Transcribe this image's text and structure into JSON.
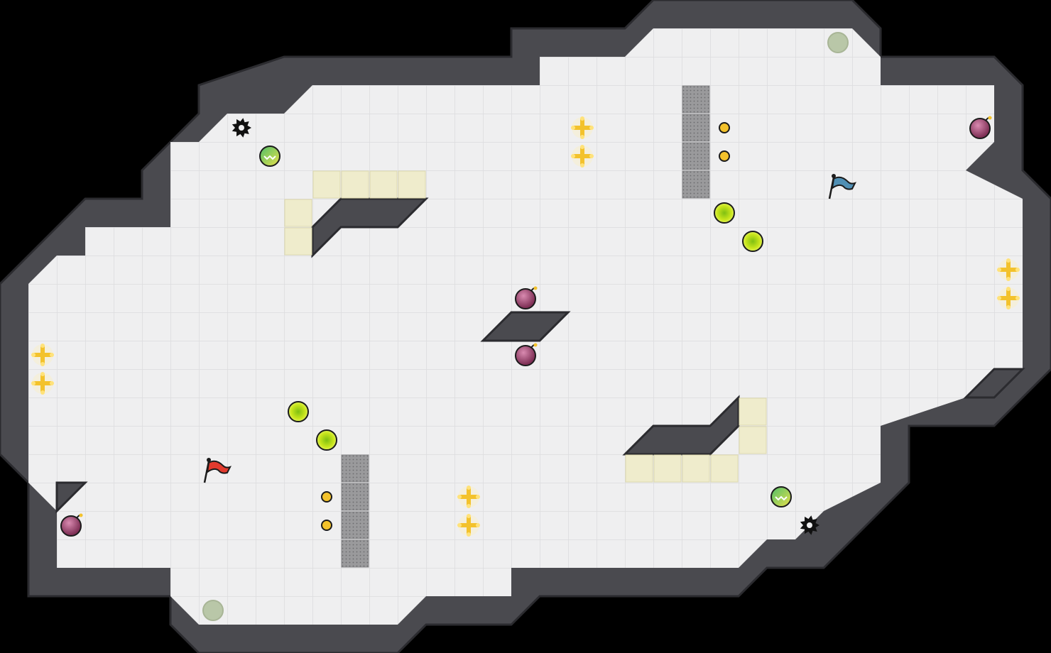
{
  "game": {
    "type": "capture-the-flag arena (top-down grid)",
    "grid": {
      "cols": 37,
      "rows": 23
    },
    "colors": {
      "background": "#000000",
      "floor": "#efeff0",
      "floor_grid": "#dcdcde",
      "wall": "#4a4a4f",
      "wall_edge": "#2b2b2f",
      "tile_yellow": "#efeccc",
      "gate_grey": "#9a9a9c",
      "red_flag": "#e23b2e",
      "blue_flag": "#4f8fb4",
      "bomb": "#9c3f6b",
      "boost": "#f3c22c",
      "powerup": "#c9e61c",
      "jukejuice": "#66c66a",
      "portal": "#b9c7a8",
      "spike": "#111111"
    },
    "flags": [
      {
        "team": "red",
        "col": 7,
        "row": 16
      },
      {
        "team": "blue",
        "col": 29,
        "row": 6
      }
    ],
    "bombs": [
      {
        "col": 34,
        "row": 4
      },
      {
        "col": 18,
        "row": 10
      },
      {
        "col": 18,
        "row": 12
      },
      {
        "col": 2,
        "row": 18
      }
    ],
    "boosts": [
      {
        "col": 20,
        "row": 4
      },
      {
        "col": 20,
        "row": 5
      },
      {
        "col": 35,
        "row": 9
      },
      {
        "col": 35,
        "row": 10
      },
      {
        "col": 1,
        "row": 12
      },
      {
        "col": 1,
        "row": 13
      },
      {
        "col": 16,
        "row": 17
      },
      {
        "col": 16,
        "row": 18
      }
    ],
    "powerups": [
      {
        "col": 25,
        "row": 7
      },
      {
        "col": 26,
        "row": 8
      },
      {
        "col": 10,
        "row": 14
      },
      {
        "col": 11,
        "row": 15
      }
    ],
    "jukejuice": [
      {
        "col": 9,
        "row": 5
      },
      {
        "col": 27,
        "row": 17
      }
    ],
    "pellets": [
      {
        "col": 25,
        "row": 4
      },
      {
        "col": 25,
        "row": 5
      },
      {
        "col": 11,
        "row": 17
      },
      {
        "col": 11,
        "row": 18
      }
    ],
    "portals": [
      {
        "col": 29,
        "row": 1
      },
      {
        "col": 7,
        "row": 21
      }
    ],
    "spikes": [
      {
        "col": 8,
        "row": 4
      },
      {
        "col": 28,
        "row": 18
      }
    ],
    "gates": [
      {
        "col": 24,
        "row": 3
      },
      {
        "col": 24,
        "row": 4
      },
      {
        "col": 24,
        "row": 5
      },
      {
        "col": 24,
        "row": 6
      },
      {
        "col": 12,
        "row": 16
      },
      {
        "col": 12,
        "row": 17
      },
      {
        "col": 12,
        "row": 18
      },
      {
        "col": 12,
        "row": 19
      }
    ],
    "yellow_tiles": [
      {
        "col": 11,
        "row": 6
      },
      {
        "col": 12,
        "row": 6
      },
      {
        "col": 13,
        "row": 6
      },
      {
        "col": 14,
        "row": 6
      },
      {
        "col": 10,
        "row": 7
      },
      {
        "col": 10,
        "row": 8
      },
      {
        "col": 26,
        "row": 14
      },
      {
        "col": 26,
        "row": 15
      },
      {
        "col": 22,
        "row": 16
      },
      {
        "col": 23,
        "row": 16
      },
      {
        "col": 24,
        "row": 16
      },
      {
        "col": 25,
        "row": 16
      }
    ]
  }
}
